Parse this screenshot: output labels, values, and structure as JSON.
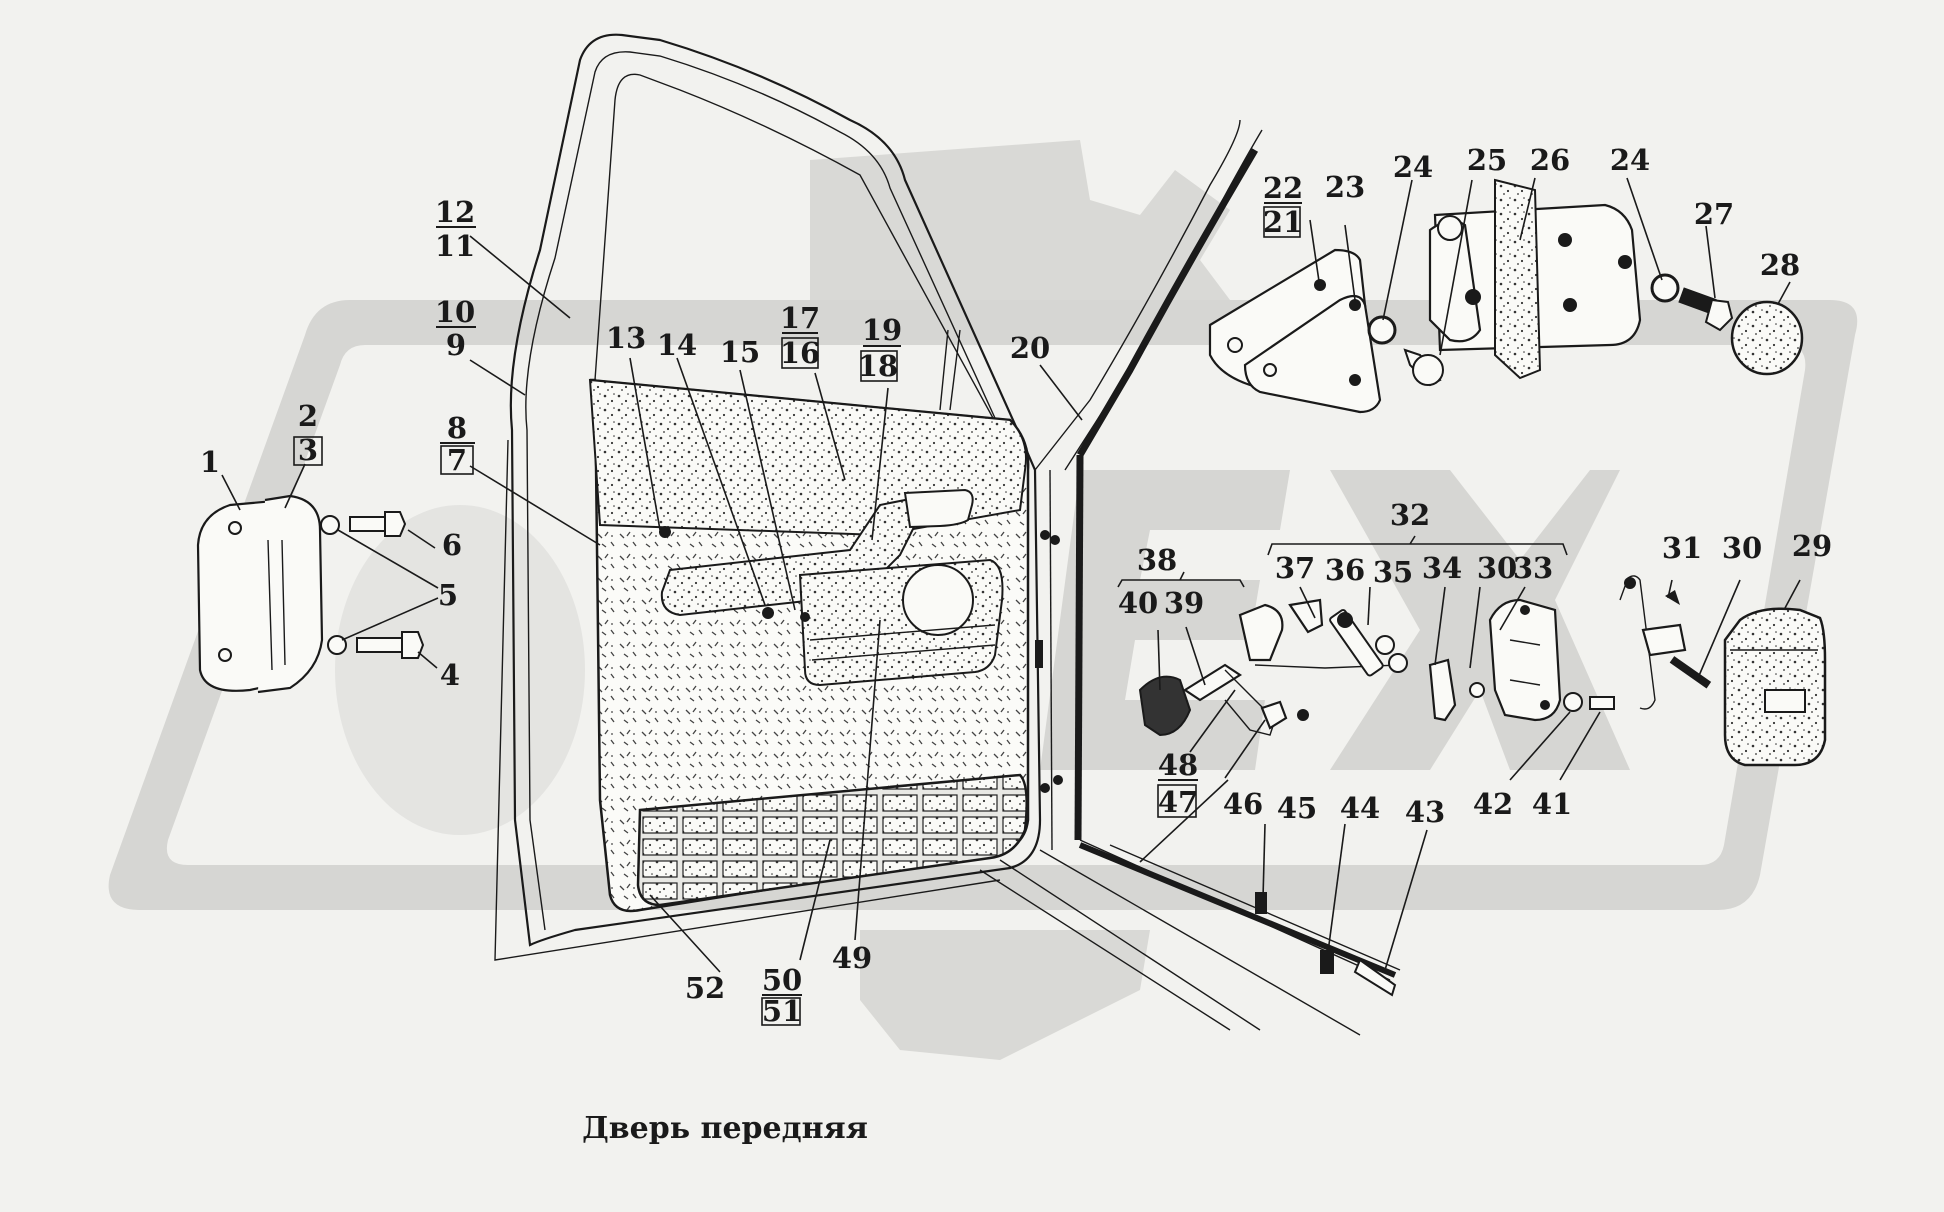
{
  "caption": "Дверь передняя",
  "colors": {
    "background": "#f2f2ef",
    "ink": "#1a1a1a",
    "watermark": "#d6d6d3",
    "texture": "#c8c8c4"
  },
  "labels": {
    "l1": "1",
    "l2": "2",
    "l3": "3",
    "l4": "4",
    "l5": "5",
    "l6": "6",
    "l7": "7",
    "l8": "8",
    "l9": "9",
    "l10": "10",
    "l11": "11",
    "l12": "12",
    "l13": "13",
    "l14": "14",
    "l15": "15",
    "l16": "16",
    "l17": "17",
    "l18": "18",
    "l19": "19",
    "l20": "20",
    "l21": "21",
    "l22": "22",
    "l23": "23",
    "l24a": "24",
    "l24b": "24",
    "l25": "25",
    "l26": "26",
    "l27": "27",
    "l28": "28",
    "l29": "29",
    "l30a": "30",
    "l30b": "30",
    "l31": "31",
    "l32": "32",
    "l33": "33",
    "l34": "34",
    "l35": "35",
    "l36": "36",
    "l37": "37",
    "l38": "38",
    "l39": "39",
    "l40": "40",
    "l41": "41",
    "l42": "42",
    "l43": "43",
    "l44": "44",
    "l45": "45",
    "l46": "46",
    "l47": "47",
    "l48": "48",
    "l49": "49",
    "l50": "50",
    "l51": "51",
    "l52": "52"
  }
}
